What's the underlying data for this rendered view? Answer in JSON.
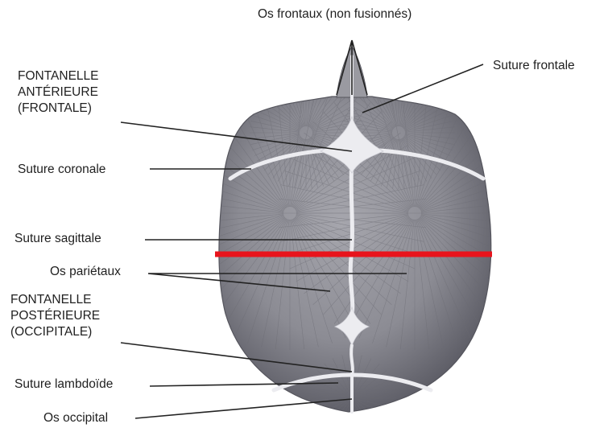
{
  "labels": {
    "os_frontaux": "Os frontaux (non fusionnés)",
    "suture_frontale": "Suture frontale",
    "fontanelle_anterieure": "FONTANELLE\nANTÉRIEURE\n(FRONTALE)",
    "suture_coronale": "Suture coronale",
    "suture_sagittale": "Suture sagittale",
    "os_parietaux": "Os pariétaux",
    "fontanelle_posterieure": "FONTANELLE\nPOSTÉRIEURE\n(OCCIPITALE)",
    "suture_lambdoide": "Suture lambdoïde",
    "os_occipital": "Os occipital"
  },
  "colors": {
    "bone": "#8f8f96",
    "bone_dark": "#5f5f67",
    "suture": "#ececf0",
    "leader": "#222222",
    "highlight_line": "#e8141c"
  }
}
